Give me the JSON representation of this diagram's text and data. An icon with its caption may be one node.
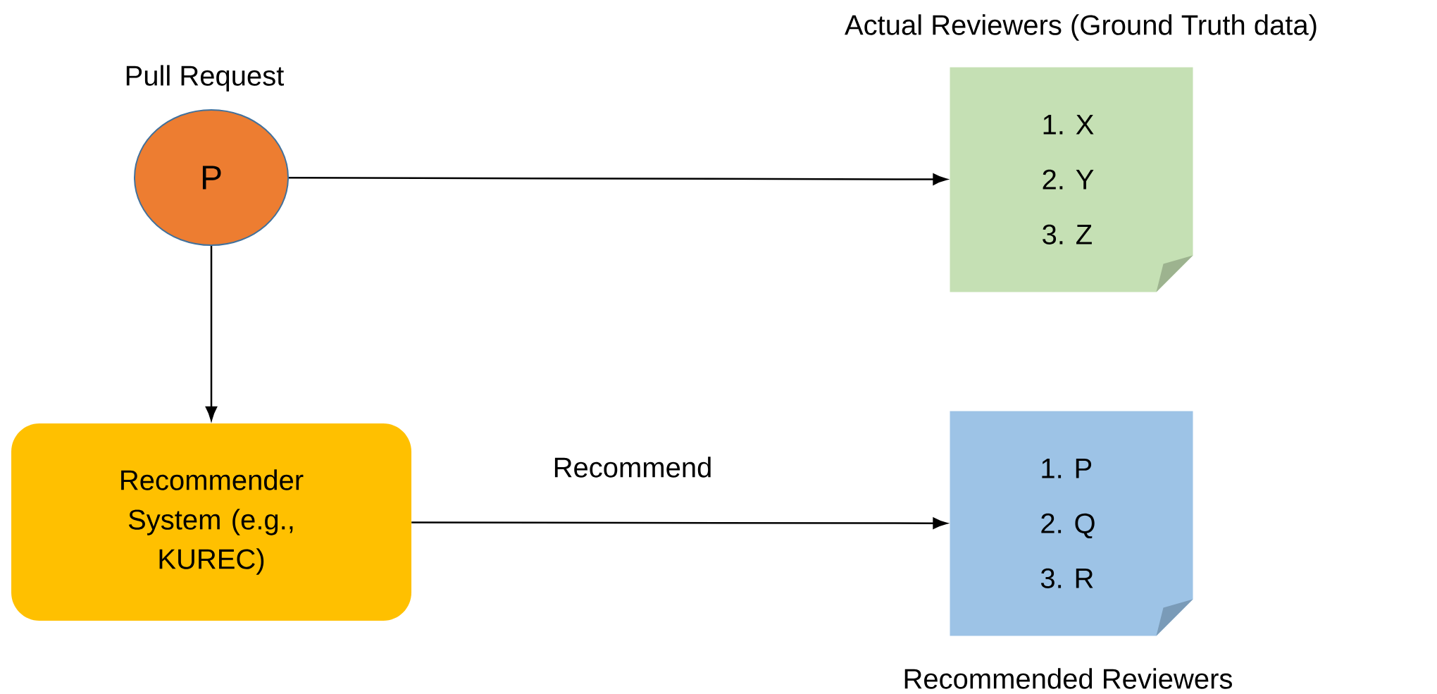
{
  "diagram": {
    "nodes": [
      {
        "text": [
          "P"
        ],
        "beside": [
          "Pull Request"
        ]
      },
      {
        "text": [
          "1. X",
          "2. Y",
          "3. Z"
        ],
        "beside": [
          "Actual Reviewers (Ground Truth data)"
        ]
      },
      {
        "text": [
          "Recommender System (e.g., KUREC)"
        ]
      },
      {
        "text": [
          "1. P",
          "2. Q",
          "3. R"
        ],
        "beside": [
          "Recommended Reviewers"
        ]
      }
    ],
    "edges": [
      {
        "from": 0,
        "to": 1,
        "arrow": "to"
      },
      {
        "from": 0,
        "to": 2,
        "arrow": "to"
      },
      {
        "from": 2,
        "to": 3,
        "arrow": "to",
        "label": "Recommend"
      }
    ]
  }
}
